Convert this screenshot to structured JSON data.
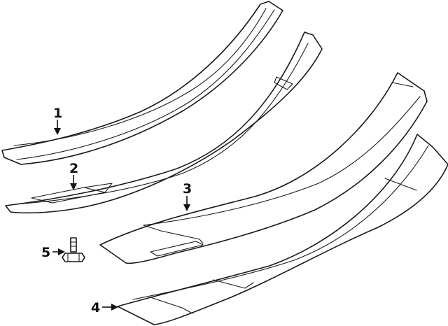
{
  "callouts": [
    {
      "id": "1",
      "label": "1"
    },
    {
      "id": "2",
      "label": "2"
    },
    {
      "id": "3",
      "label": "3"
    },
    {
      "id": "4",
      "label": "4"
    },
    {
      "id": "5",
      "label": "5"
    }
  ],
  "colors": {
    "line": "#1a1a1a",
    "fill": "#ffffff",
    "background": "#ffffff"
  }
}
